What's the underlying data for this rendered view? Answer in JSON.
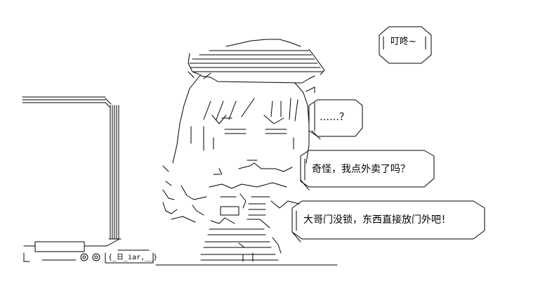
{
  "colors": {
    "ink": "#000000",
    "background": "#ffffff"
  },
  "bubbles": [
    {
      "text": "叮咚~"
    },
    {
      "text": "……？"
    },
    {
      "text": "奇怪，我点外卖了吗？"
    },
    {
      "text": "大哥门没锁，东西直接放门外吧！"
    }
  ],
  "sign": {
    "text": "{_日_iar,__}"
  }
}
